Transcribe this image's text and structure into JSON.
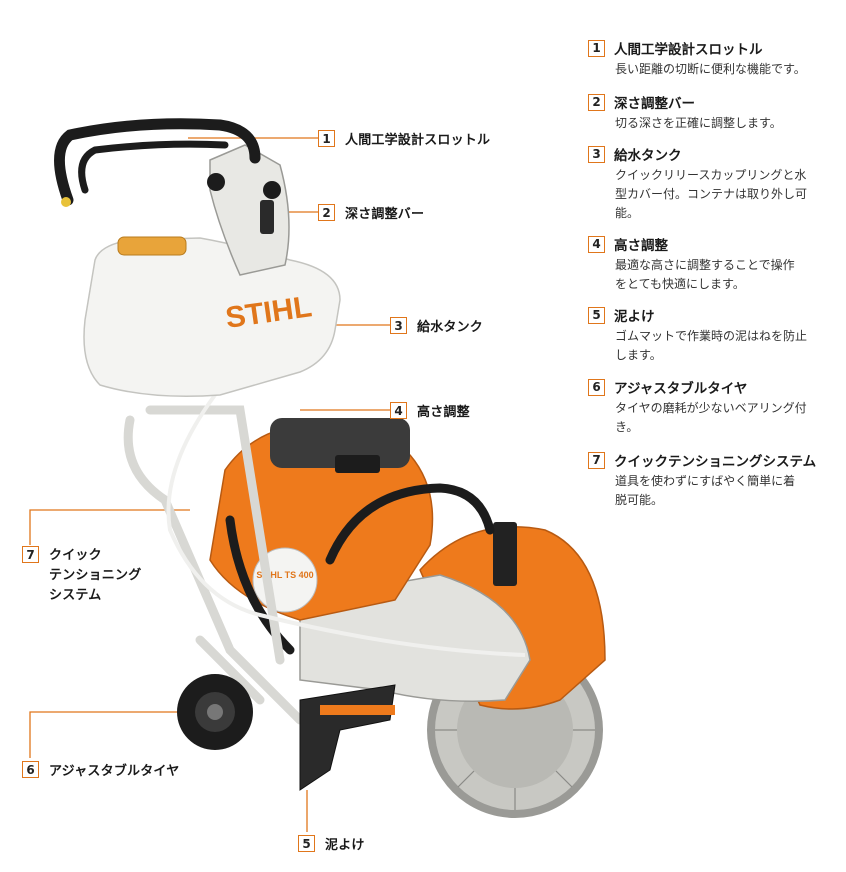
{
  "brand": "STIHL",
  "model_badge": "STIHL TS 400",
  "colors": {
    "accent": "#e0761b",
    "body_orange": "#ee7a1c",
    "tank_white": "#f4f4f2",
    "handle_black": "#1c1c1c"
  },
  "callouts": [
    {
      "num": "1",
      "label": "人間工学設計スロットル"
    },
    {
      "num": "2",
      "label": "深さ調整バー"
    },
    {
      "num": "3",
      "label": "給水タンク"
    },
    {
      "num": "4",
      "label": "高さ調整"
    },
    {
      "num": "7",
      "label": "クイック\nテンショニング\nシステム"
    },
    {
      "num": "6",
      "label": "アジャスタブルタイヤ"
    },
    {
      "num": "5",
      "label": "泥よけ"
    }
  ],
  "features": [
    {
      "num": "1",
      "title": "人間工学設計スロットル",
      "body": "長い距離の切断に便利な機能です。"
    },
    {
      "num": "2",
      "title": "深さ調整バー",
      "body": "切る深さを正確に調整します。"
    },
    {
      "num": "3",
      "title": "給水タンク",
      "body": "クイックリリースカップリングと水\n型カバー付。コンテナは取り外し可\n能。"
    },
    {
      "num": "4",
      "title": "高さ調整",
      "body": "最適な高さに調整することで操作\nをとても快適にします。"
    },
    {
      "num": "5",
      "title": "泥よけ",
      "body": "ゴムマットで作業時の泥はねを防止\nします。"
    },
    {
      "num": "6",
      "title": "アジャスタブルタイヤ",
      "body": "タイヤの磨耗が少ないベアリング付\nき。"
    },
    {
      "num": "7",
      "title": "クイックテンショニングシステム",
      "body": "道具を使わずにすばやく簡単に着\n脱可能。"
    }
  ]
}
